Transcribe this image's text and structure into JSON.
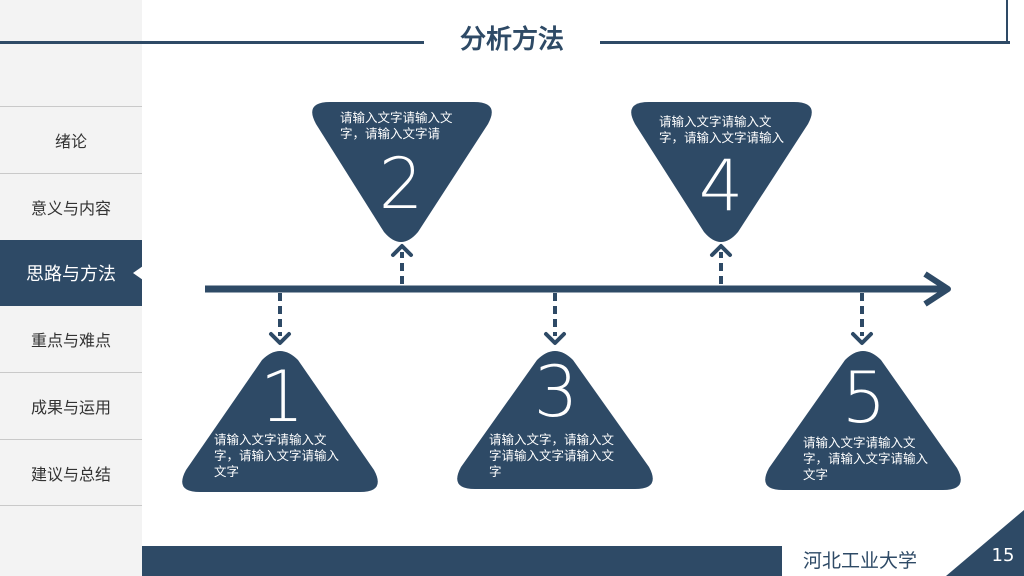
{
  "title": "分析方法",
  "nav": {
    "items": [
      "绪论",
      "意义与内容",
      "思路与方法",
      "重点与难点",
      "成果与运用",
      "建议与总结"
    ],
    "active_index": 2
  },
  "steps": [
    {
      "number": "1",
      "text": "请输入文字请输入文字，请输入文字请输入文字"
    },
    {
      "number": "2",
      "text": "请输入文字请输入文字，请输入文字请"
    },
    {
      "number": "3",
      "text": "请输入文字，请输入文字请输入文字请输入文字"
    },
    {
      "number": "4",
      "text": "请输入文字请输入文字，请输入文字请输入"
    },
    {
      "number": "5",
      "text": "请输入文字请输入文字，请输入文字请输入文字"
    }
  ],
  "footer": {
    "school": "河北工业大学",
    "page": "15"
  },
  "colors": {
    "primary": "#2e4a66",
    "sidebar_bg": "#f3f3f3",
    "white": "#ffffff"
  }
}
